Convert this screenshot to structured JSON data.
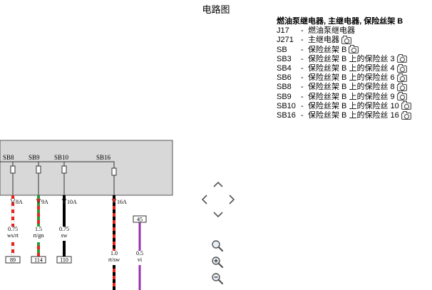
{
  "page": {
    "title": "电路图"
  },
  "legend": {
    "heading": "燃油泵继电器, 主继电器, 保险丝架 B",
    "items": [
      {
        "code": "J17",
        "desc": "燃油泵继电器",
        "camera": false
      },
      {
        "code": "J271",
        "desc": "主继电器",
        "camera": true
      },
      {
        "code": "SB",
        "desc": "保险丝架 B",
        "camera": true
      },
      {
        "code": "SB3",
        "desc": "保险丝架 B 上的保险丝 3",
        "camera": true
      },
      {
        "code": "SB4",
        "desc": "保险丝架 B 上的保险丝 4",
        "camera": true
      },
      {
        "code": "SB6",
        "desc": "保险丝架 B 上的保险丝 6",
        "camera": true
      },
      {
        "code": "SB8",
        "desc": "保险丝架 B 上的保险丝 8",
        "camera": true
      },
      {
        "code": "SB9",
        "desc": "保险丝架 B 上的保险丝 9",
        "camera": true
      },
      {
        "code": "SB10",
        "desc": "保险丝架 B 上的保险丝 10",
        "camera": true
      },
      {
        "code": "SB16",
        "desc": "保险丝架 B 上的保险丝 16",
        "camera": true
      }
    ],
    "dash": "-",
    "camera_icon": "camera-icon"
  },
  "diagram": {
    "fuses": [
      {
        "label": "SB8",
        "rating": "8A",
        "wire_size": "0.75",
        "wire_color": "ws/rt",
        "terminal": "89",
        "stripe_base": "#ffffff",
        "stripe_alt": "#e8231e"
      },
      {
        "label": "SB9",
        "rating": "9A",
        "wire_size": "1.5",
        "wire_color": "rt/gn",
        "terminal": "114",
        "stripe_base": "#e8231e",
        "stripe_alt": "#2a9a3a"
      },
      {
        "label": "SB10",
        "rating": "10A",
        "wire_size": "0.75",
        "wire_color": "sw",
        "terminal": "110",
        "stripe_base": "#000000",
        "stripe_alt": "#000000"
      },
      {
        "label": "SB16",
        "rating": "16A",
        "wire_size": "1.0",
        "wire_color": "rt/sw",
        "terminal": "",
        "stripe_base": "#e8231e",
        "stripe_alt": "#000000"
      }
    ],
    "extra_wire": {
      "terminal": "45",
      "wire_size": "0.5",
      "wire_color": "vi",
      "color": "#9b30b0"
    },
    "connector_color": "#d8d8d8"
  },
  "controls": {
    "pan": [
      "pan-up-icon",
      "pan-left-icon",
      "pan-right-icon",
      "pan-down-icon"
    ],
    "zoom": [
      "zoom-fit-icon",
      "zoom-in-icon",
      "zoom-out-icon"
    ]
  }
}
